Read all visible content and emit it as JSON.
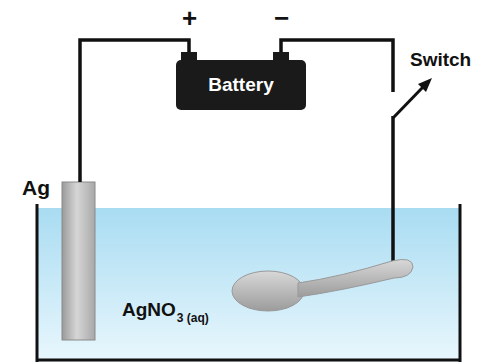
{
  "diagram": {
    "nodes": [
      {
        "text": [
          "Battery"
        ]
      }
    ],
    "labels": [
      "+",
      "−",
      "Switch",
      "Ag",
      "AgNO",
      "3 (aq)"
    ]
  }
}
